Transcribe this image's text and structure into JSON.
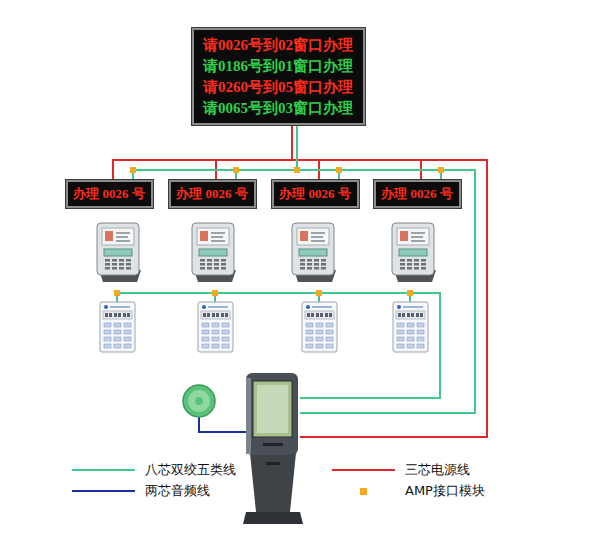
{
  "diagram": {
    "nodes": [
      {
        "text": [
          "请0026号到02窗口办理",
          "请0186号到01窗口办理",
          "请0260号到05窗口办理",
          "请0065号到03窗口办理"
        ]
      },
      {
        "text": [
          "办理 0026 号"
        ]
      },
      {
        "text": [
          "办理 0026 号"
        ]
      },
      {
        "text": [
          "办理 0026 号"
        ]
      },
      {
        "text": [
          "办理 0026 号"
        ]
      }
    ],
    "edges": [
      {
        "from": 0,
        "to": 1,
        "arrow": "none"
      },
      {
        "from": 0,
        "to": 2,
        "arrow": "none"
      },
      {
        "from": 0,
        "to": 3,
        "arrow": "none"
      },
      {
        "from": 0,
        "to": 4,
        "arrow": "none"
      },
      {
        "from": 0,
        "to": 1,
        "arrow": "none"
      },
      {
        "from": 0,
        "to": 2,
        "arrow": "none"
      },
      {
        "from": 0,
        "to": 3,
        "arrow": "none"
      },
      {
        "from": 0,
        "to": 4,
        "arrow": "none"
      }
    ],
    "legend": [
      {
        "text": "八芯双绞五类线"
      },
      {
        "text": "三芯电源线"
      },
      {
        "text": "两芯音频线"
      },
      {
        "text": "AMP接口模块",
        "color": "#f7a823"
      }
    ]
  }
}
